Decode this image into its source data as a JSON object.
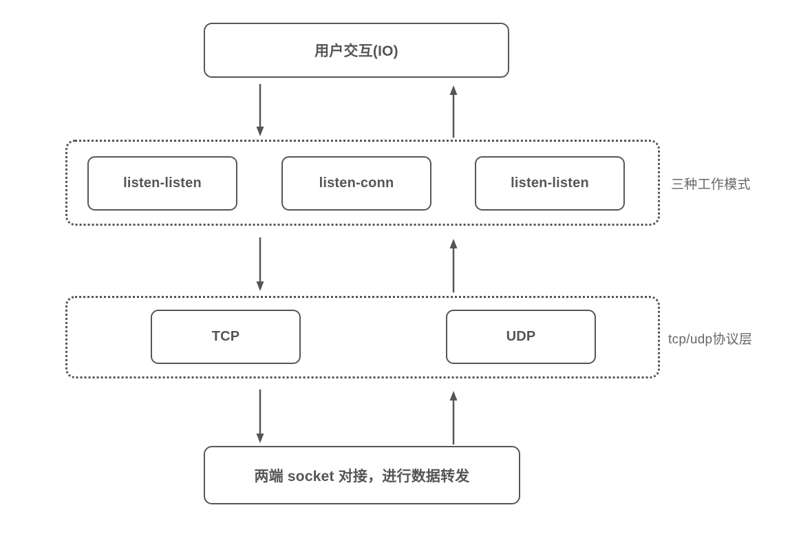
{
  "diagram": {
    "title_box": {
      "label": "用户交互(IO)"
    },
    "groups": [
      {
        "id": "work-modes",
        "side_label": "三种工作模式",
        "nodes": [
          {
            "label": "listen-listen"
          },
          {
            "label": "listen-conn"
          },
          {
            "label": "listen-listen"
          }
        ]
      },
      {
        "id": "protocol-layer",
        "side_label": "tcp/udp协议层",
        "nodes": [
          {
            "label": "TCP"
          },
          {
            "label": "UDP"
          }
        ]
      }
    ],
    "bottom_box": {
      "label": "两端 socket 对接，进行数据转发"
    },
    "arrows": [
      {
        "name": "down-arrow-io-to-modes",
        "direction": "down"
      },
      {
        "name": "up-arrow-modes-to-io",
        "direction": "up"
      },
      {
        "name": "down-arrow-modes-to-proto",
        "direction": "down"
      },
      {
        "name": "up-arrow-proto-to-modes",
        "direction": "up"
      },
      {
        "name": "down-arrow-proto-to-socket",
        "direction": "down"
      },
      {
        "name": "up-arrow-socket-to-proto",
        "direction": "up"
      }
    ],
    "colors": {
      "stroke": "#565656",
      "text": "#555555",
      "label_text": "#666666",
      "background": "#ffffff"
    }
  }
}
